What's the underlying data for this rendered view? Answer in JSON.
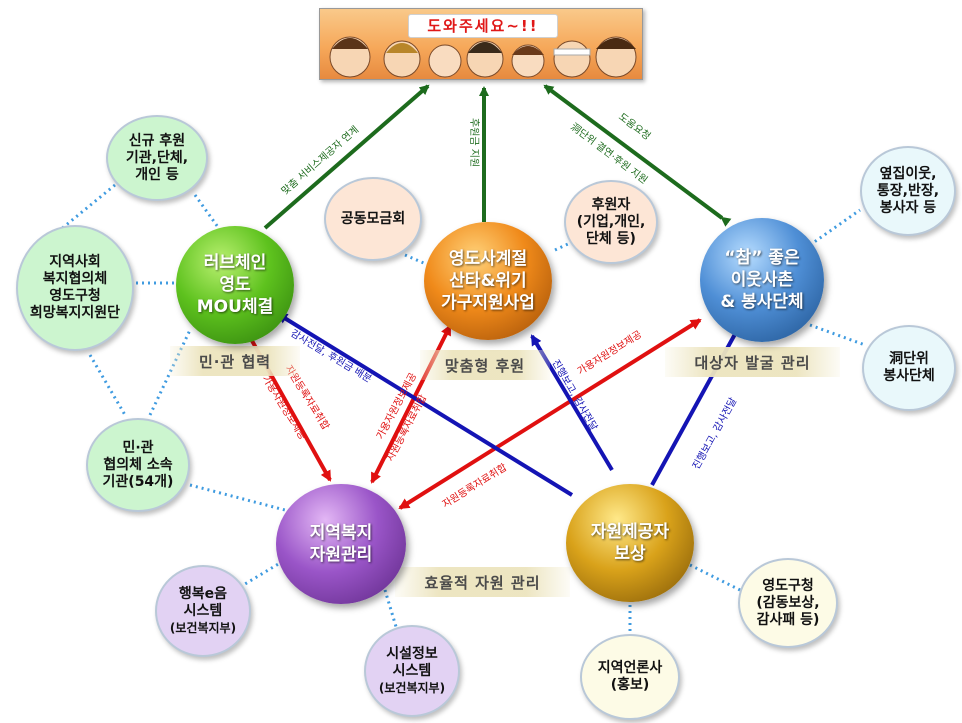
{
  "banner": {
    "text": "도와주세요~!!"
  },
  "hubs": {
    "love_chain": [
      "러브체인",
      "영도",
      "MOU체결"
    ],
    "winter": [
      "영도사계절",
      "산타&위기",
      "가구지원사업"
    ],
    "neighbors": [
      "“참” 좋은",
      "이웃사촌",
      "& 봉사단체"
    ],
    "welfare": [
      "지역복지",
      "자원관리"
    ],
    "provider": [
      "자원제공자",
      "보상"
    ]
  },
  "satellites": {
    "new_sponsor": [
      "신규 후원",
      "기관,단체,",
      "개인 등"
    ],
    "community": [
      "지역사회",
      "복지협의체",
      "영도구청",
      "희망복지지원단"
    ],
    "minkwan": [
      "민·관",
      "협의체 소속",
      "기관(54개)"
    ],
    "fundraising": [
      "공동모금회"
    ],
    "sponsor": [
      "후원자",
      "(기업,개인,",
      "단체 등)"
    ],
    "next_door": [
      "옆집이웃,",
      "통장,반장,",
      "봉사자 등"
    ],
    "dong_unit": [
      "洞단위",
      "봉사단체"
    ],
    "happy_e": [
      "행복e음",
      "시스템",
      "(보건복지부)"
    ],
    "facility_info": [
      "시설정보",
      "시스템",
      "(보건복지부)"
    ],
    "local_press": [
      "지역언론사",
      "(홍보)"
    ],
    "district_office": [
      "영도구청",
      "(감동보상,",
      "감사패 등)"
    ]
  },
  "bands": {
    "cooperation": "민·관 협력",
    "custom_support": "맞춤형 후원",
    "discovery": "대상자 발굴 관리",
    "efficient": "효율적 자원 관리"
  },
  "arrow_labels": {
    "service_link": "맞춤 서비스제공자 연계",
    "sponsor_support": "후원금 지원",
    "help_request": "도움요청",
    "dong_link": "洞단위 결연·후원 지원",
    "gratitude_delivery": "감사전달, 후원금 배분",
    "available_info": "가용자원정보제공",
    "register_collect": "자원등록자료취합",
    "register_collect_2": "자원등록자료취합",
    "available_info_2": "가용자원정보제공",
    "progress_gratitude": "진행보고, 감사전달",
    "register_collect_3": "자원등록자료취합",
    "available_info_3": "가용자원정보제공",
    "progress_gratitude_2": "진행보고, 감사전달"
  }
}
